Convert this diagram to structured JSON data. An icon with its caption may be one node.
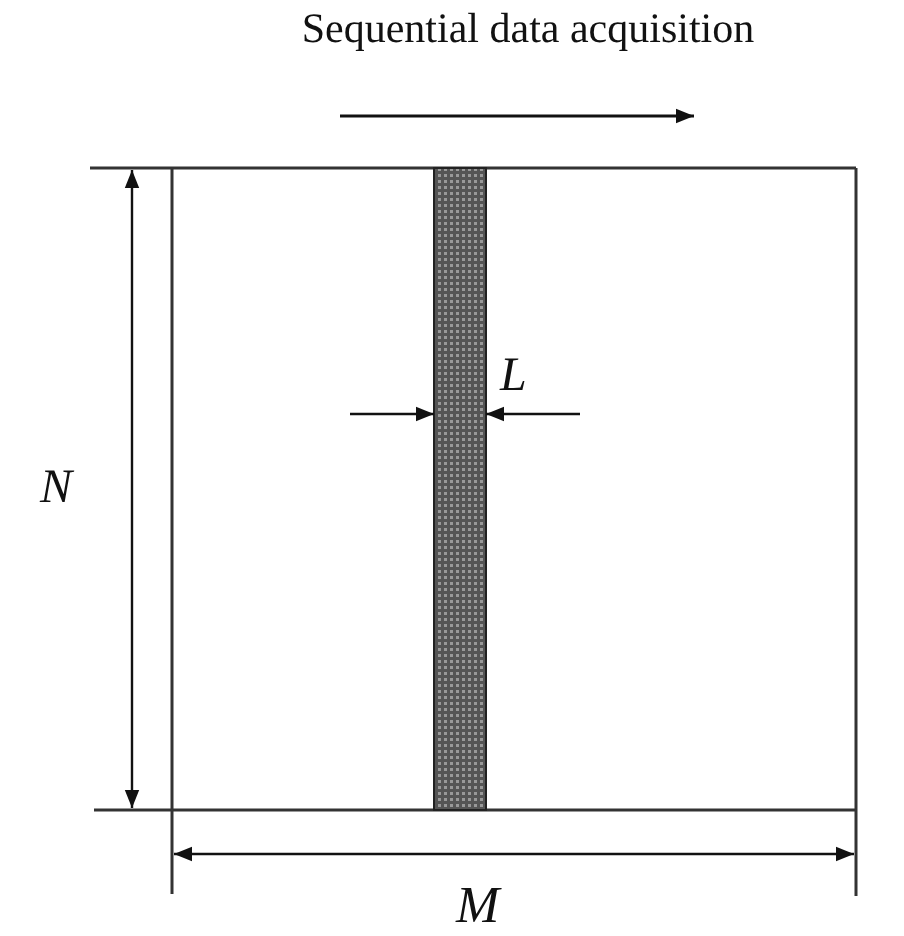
{
  "diagram": {
    "labels": [
      "Sequential data acquisition",
      "L",
      "N",
      "M"
    ]
  }
}
